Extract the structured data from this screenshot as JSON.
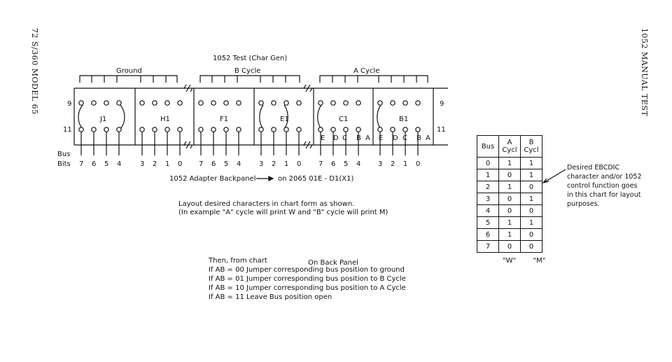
{
  "side": {
    "left": "72   S/360 MODEL 65",
    "right": "1052 MANUAL TEST"
  },
  "diagram": {
    "title": "1052 Test (Char Gen)",
    "groups": [
      "Ground",
      "B Cycle",
      "A Cycle"
    ],
    "row9": "9",
    "row11": "11",
    "row9_right": "9",
    "row11_right": "11",
    "connectors": [
      "J1",
      "H1",
      "F1",
      "E1",
      "C1",
      "B1"
    ],
    "subs": [
      "E",
      "D",
      "C",
      "B",
      "A",
      "E",
      "D",
      "C",
      "B",
      "A"
    ],
    "bus_label": "Bus",
    "bits_label": "Bits",
    "bits": [
      "7",
      "6",
      "5",
      "4",
      "3",
      "2",
      "1",
      "0",
      "7",
      "6",
      "5",
      "4",
      "3",
      "2",
      "1",
      "0",
      "7",
      "6",
      "5",
      "4",
      "3",
      "2",
      "1",
      "0"
    ],
    "backpanel": "1052 Adapter Backpanel",
    "backpanel_dest": "on 2065  01E - D1(X1)"
  },
  "layout_text": {
    "line1": "Layout desired characters in chart form as shown.",
    "line2": "(In example \"A\" cycle will print  W  and \"B\" cycle will print M)"
  },
  "table": {
    "headers": [
      "Bus",
      "A\nCycl",
      "B\nCycl"
    ],
    "rows": [
      [
        "0",
        "1",
        "1"
      ],
      [
        "1",
        "0",
        "1"
      ],
      [
        "2",
        "1",
        "0"
      ],
      [
        "3",
        "0",
        "1"
      ],
      [
        "4",
        "0",
        "0"
      ],
      [
        "5",
        "1",
        "1"
      ],
      [
        "6",
        "1",
        "0"
      ],
      [
        "7",
        "0",
        "0"
      ]
    ],
    "footer": [
      "\"W\"",
      "\"M\""
    ]
  },
  "note": [
    "Desired EBCDIC",
    "character and/or 1052",
    "control function goes",
    "in this chart for layout",
    "purposes."
  ],
  "instructions": {
    "heading": "Then, from chart",
    "heading2": "On Back Panel",
    "lines": [
      "If AB = 00  Jumper corresponding bus position to ground",
      "If AB = 01  Jumper corresponding bus position to B Cycle",
      "If AB = 10  Jumper corresponding bus position to A Cycle",
      "If AB = 11  Leave Bus position open"
    ]
  }
}
